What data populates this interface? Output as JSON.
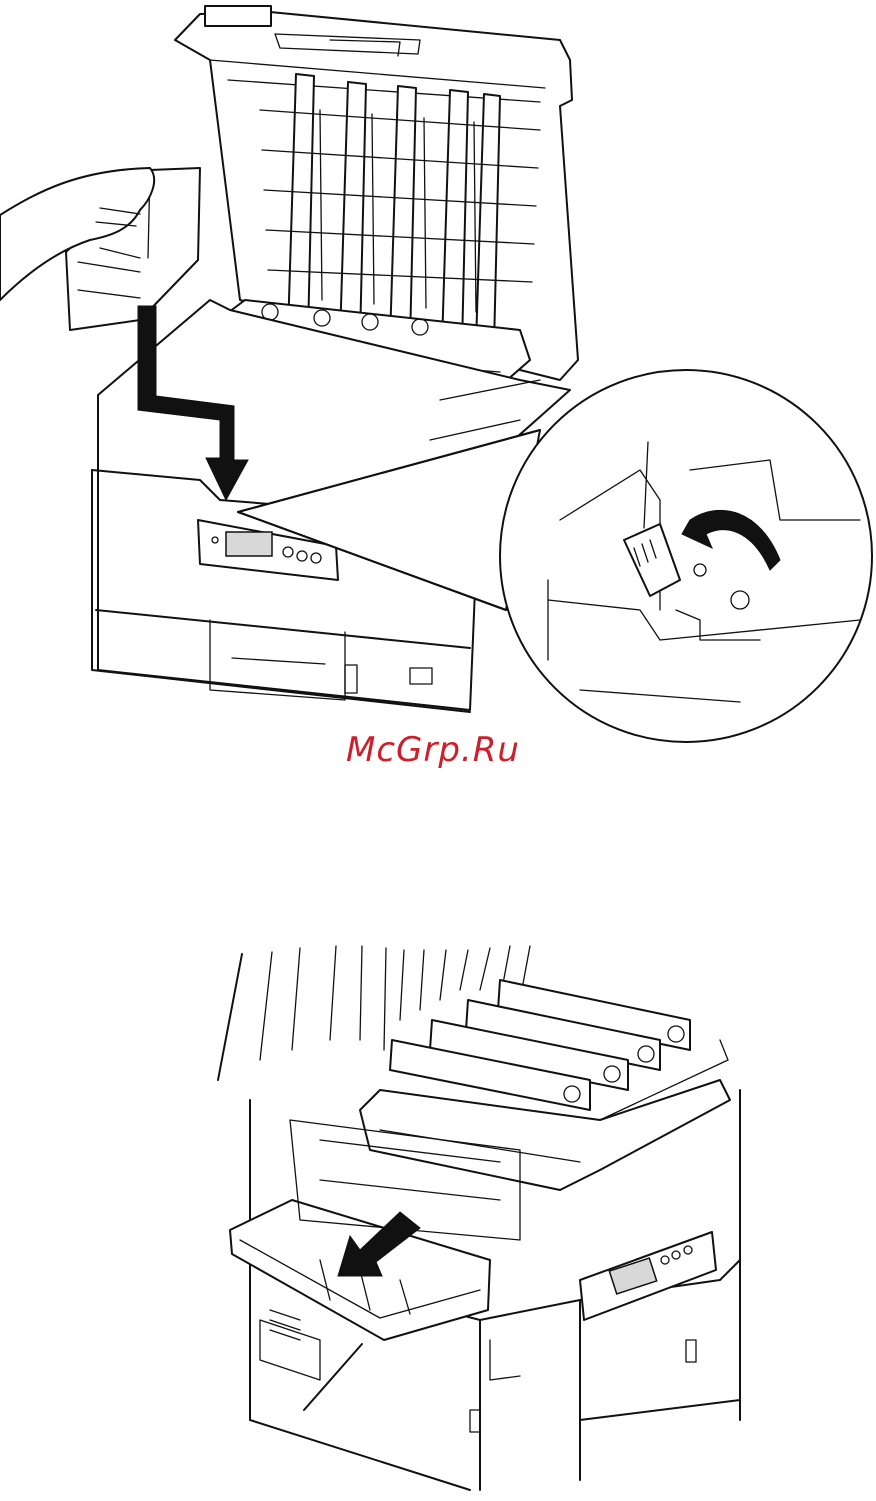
{
  "watermark": {
    "text": "McGrp.Ru",
    "color": "#cc1f2a"
  },
  "figures": [
    {
      "icon": "printer-install-drum-illustration"
    },
    {
      "icon": "printer-open-fuser-cover-illustration"
    }
  ]
}
